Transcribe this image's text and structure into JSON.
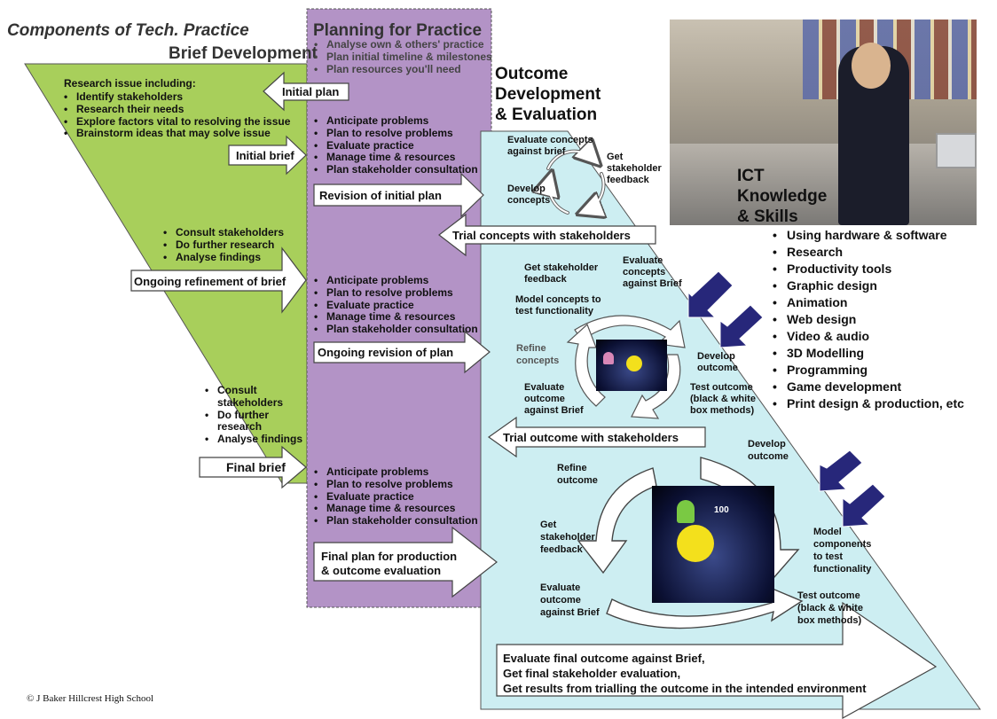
{
  "titles": {
    "components": "Components of Tech. Practice",
    "brief": "Brief Development",
    "planning": "Planning for Practice",
    "outcome": [
      "Outcome",
      "Development",
      "& Evaluation"
    ],
    "ict": [
      "ICT",
      "Knowledge",
      "& Skills"
    ]
  },
  "planning_intro": [
    "Analyse own & others' practice",
    "Plan initial timeline & milestones",
    "Plan resources you'll need"
  ],
  "research_heading": "Research issue including:",
  "research_items": [
    "Identify stakeholders",
    "Research their needs",
    "Explore factors vital to resolving the issue",
    "Brainstorm ideas that may solve issue"
  ],
  "consult1": [
    "Consult stakeholders",
    "Do further research",
    "Analyse findings"
  ],
  "consult2": [
    "Consult stakeholders",
    "Do further research",
    "Analyse findings"
  ],
  "plan_list": [
    "Anticipate problems",
    "Plan to resolve problems",
    "Evaluate practice",
    "Manage time & resources",
    "Plan stakeholder consultation"
  ],
  "arrows": {
    "initial_plan": "Initial plan",
    "initial_brief": "Initial brief",
    "revision": "Revision of initial plan",
    "trial_concepts": "Trial concepts with stakeholders",
    "ongoing_brief": "Ongoing refinement of brief",
    "ongoing_revision": "Ongoing revision of plan",
    "trial_outcome": "Trial outcome with stakeholders",
    "final_brief": "Final brief",
    "final_plan": [
      "Final plan for production",
      "& outcome evaluation"
    ]
  },
  "cycle1": {
    "evaluate": [
      "Evaluate concepts",
      "against brief"
    ],
    "feedback": [
      "Get",
      "stakeholder",
      "feedback"
    ],
    "develop": [
      "Develop",
      "concepts"
    ]
  },
  "cycle2": {
    "feedback": [
      "Get stakeholder",
      "feedback"
    ],
    "evaluate": [
      "Evaluate",
      "concepts",
      "against Brief"
    ],
    "model": [
      "Model concepts to",
      "test functionality"
    ],
    "refine": [
      "Refine",
      "concepts"
    ],
    "develop": [
      "Develop",
      "outcome"
    ],
    "evaluate_outcome": [
      "Evaluate",
      "outcome",
      "against Brief"
    ],
    "test": [
      "Test outcome",
      "(black & white",
      "box methods)"
    ]
  },
  "cycle3": {
    "refine": [
      "Refine",
      "outcome"
    ],
    "develop": [
      "Develop",
      "outcome"
    ],
    "feedback": [
      "Get",
      "stakeholder",
      "feedback"
    ],
    "model": [
      "Model",
      "components",
      "to test",
      "functionality"
    ],
    "evaluate": [
      "Evaluate",
      "outcome",
      "against Brief"
    ],
    "test": [
      "Test outcome",
      "(black & white",
      "box methods)"
    ]
  },
  "final_text": [
    "Evaluate final outcome against Brief,",
    "Get final stakeholder evaluation,",
    "Get results from trialling the outcome in the intended environment"
  ],
  "ict_skills": [
    "Using hardware & software",
    "Research",
    "Productivity tools",
    "Graphic design",
    "Animation",
    "Web design",
    "Video & audio",
    "3D Modelling",
    "Programming",
    "Game development",
    "Print design & production, etc"
  ],
  "copyright": "© J Baker Hillcrest High School",
  "colors": {
    "green": "#a8cf5b",
    "purple": "#b393c6",
    "cyan": "#cdeef2",
    "navy": "#27277a"
  }
}
